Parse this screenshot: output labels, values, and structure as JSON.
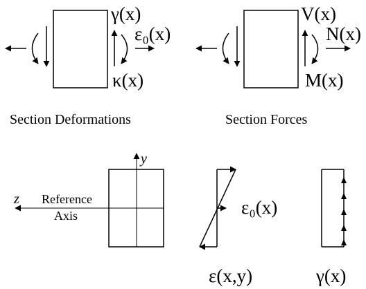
{
  "deformations": {
    "caption": "Section Deformations",
    "shear_strain": "γ(x)",
    "axial_strain": "ε₀(x)",
    "curvature": "κ(x)"
  },
  "forces": {
    "caption": "Section Forces",
    "shear_force": "V(x)",
    "axial_force": "N(x)",
    "moment": "M(x)"
  },
  "cross_section": {
    "y_axis": "y",
    "z_axis": "z",
    "reference_axis_line1": "Reference",
    "reference_axis_line2": "Axis"
  },
  "strain_distribution": {
    "axial_label": "ε₀(x)",
    "caption": "ε(x,y)"
  },
  "shear_distribution": {
    "caption": "γ(x)"
  }
}
